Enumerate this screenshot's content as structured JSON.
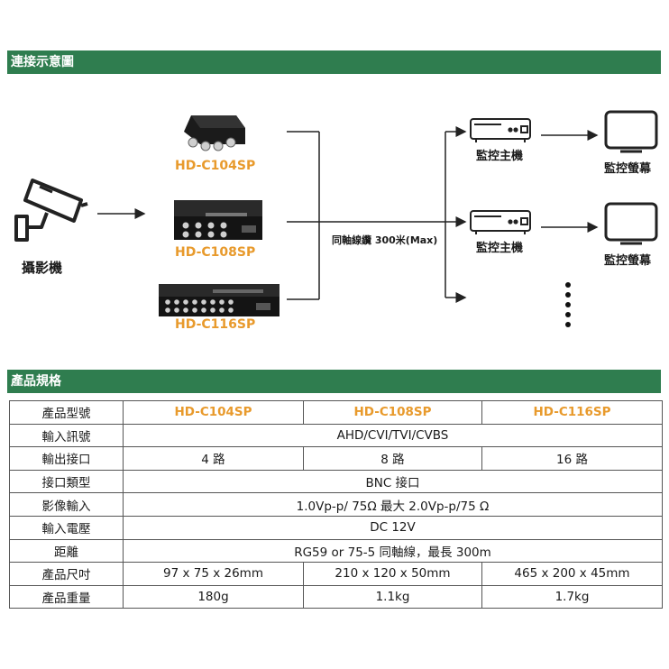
{
  "sections": {
    "connection_title": "連接示意圖",
    "spec_title": "產品規格"
  },
  "diagram": {
    "camera_label": "攝影機",
    "models": [
      "HD-C104SP",
      "HD-C108SP",
      "HD-C116SP"
    ],
    "cable_label": "同軸線纜 300米(Max)",
    "dvr_labels": [
      "監控主機",
      "監控主機"
    ],
    "monitor_labels": [
      "監控螢幕",
      "監控螢幕"
    ]
  },
  "spec": {
    "rows": [
      {
        "label": "產品型號",
        "cells": [
          "HD-C104SP",
          "HD-C108SP",
          "HD-C116SP"
        ],
        "header": true
      },
      {
        "label": "輸入訊號",
        "span": "AHD/CVI/TVI/CVBS"
      },
      {
        "label": "輸出接口",
        "cells": [
          "4 路",
          "8 路",
          "16 路"
        ]
      },
      {
        "label": "接口類型",
        "span": "BNC 接口"
      },
      {
        "label": "影像輸入",
        "span": "1.0Vp-p/ 75Ω 最大 2.0Vp-p/75 Ω"
      },
      {
        "label": "輸入電壓",
        "span": "DC 12V"
      },
      {
        "label": "距離",
        "span": "RG59 or 75-5 同軸線，最長 300m"
      },
      {
        "label": "產品尺吋",
        "cells": [
          "97 x 75 x 26mm",
          "210 x 120 x 50mm",
          "465 x 200 x 45mm"
        ]
      },
      {
        "label": "產品重量",
        "cells": [
          "180g",
          "1.1kg",
          "1.7kg"
        ]
      }
    ]
  }
}
